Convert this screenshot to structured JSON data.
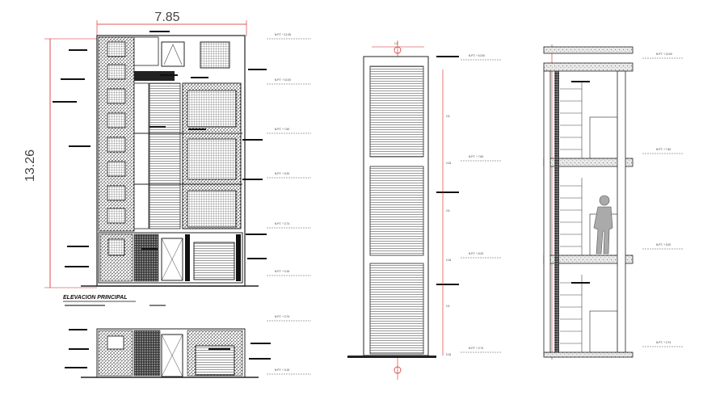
{
  "elevation": {
    "width_dim": "7.85",
    "height_dim": "13.26",
    "title": "ELEVACION PRINCIPAL"
  },
  "levels": {
    "elev_roof": "N.P.T. + 12.26",
    "elev_4": "N.P.T. + 10.00",
    "elev_3": "N.P.T. + 7.60",
    "elev_2": "N.P.T. + 5.20",
    "elev_1": "N.P.T. + 2.74",
    "elev_0": "N.P.T. + 0.15",
    "small_top": "N.P.T. + 2.74",
    "small_bottom": "N.P.T. + 0.15",
    "mid_top": "N.P.T. + 10.00",
    "mid_2": "N.P.T. + 7.60",
    "mid_1": "N.P.T. + 5.20",
    "mid_0": "N.P.T. + 2.74",
    "sec_top": "N.P.T. + 10.00",
    "sec_3": "N.P.T. + 7.60",
    "sec_2": "N.P.T. + 5.20",
    "sec_1": "N.P.T. + 2.74"
  },
  "mid_dims": {
    "top": "1.5",
    "d1": "2.5",
    "d2": "2.5",
    "d3": "2.5",
    "s1": "0.15",
    "s2": "0.15",
    "s3": "0.15"
  },
  "colors": {
    "line": "#222222",
    "dimension": "#d42020",
    "hatch": "#111111"
  }
}
